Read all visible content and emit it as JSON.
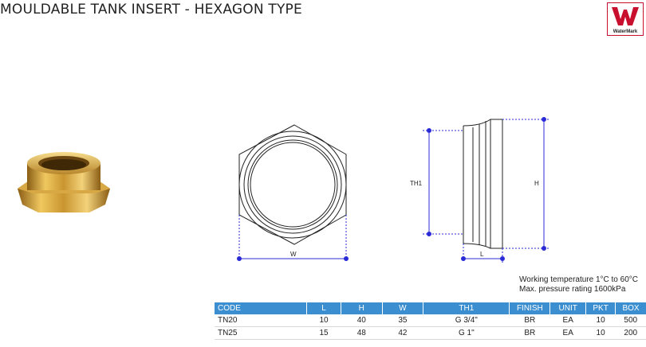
{
  "title": "MOULDABLE TANK INSERT - HEXAGON TYPE",
  "logo": {
    "text": "WaterMark",
    "color": "#c8102e"
  },
  "dimensions": {
    "w": "W",
    "th1": "TH1",
    "l": "L",
    "h": "H"
  },
  "notes": [
    "Working temperature 1°C to 60°C",
    "Max. pressure rating 1600kPa"
  ],
  "table": {
    "headers": [
      "CODE",
      "L",
      "H",
      "W",
      "TH1",
      "FINISH",
      "UNIT",
      "PKT",
      "BOX"
    ],
    "rows": [
      [
        "TN20",
        "10",
        "40",
        "35",
        "G 3/4\"",
        "BR",
        "EA",
        "10",
        "500"
      ],
      [
        "TN25",
        "15",
        "48",
        "42",
        "G 1\"",
        "BR",
        "EA",
        "10",
        "200"
      ]
    ]
  },
  "colors": {
    "header_bg": "#3b8ed0",
    "dimension_line": "#2b2bd6",
    "brass": "#d9a441"
  }
}
